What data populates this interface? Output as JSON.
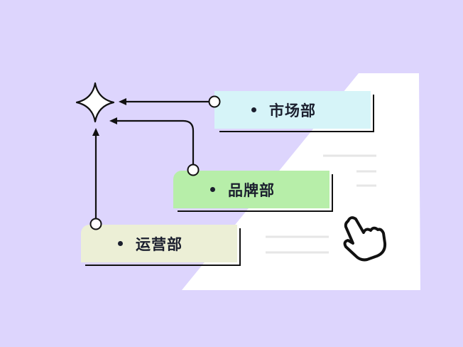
{
  "departments": [
    {
      "label": "市场部",
      "color": "#d6f4f8"
    },
    {
      "label": "品牌部",
      "color": "#b7eea9"
    },
    {
      "label": "运营部",
      "color": "#ecefd6"
    }
  ],
  "colors": {
    "background": "#ddd5fd",
    "panel": "#ffffff",
    "ink": "#111111"
  }
}
